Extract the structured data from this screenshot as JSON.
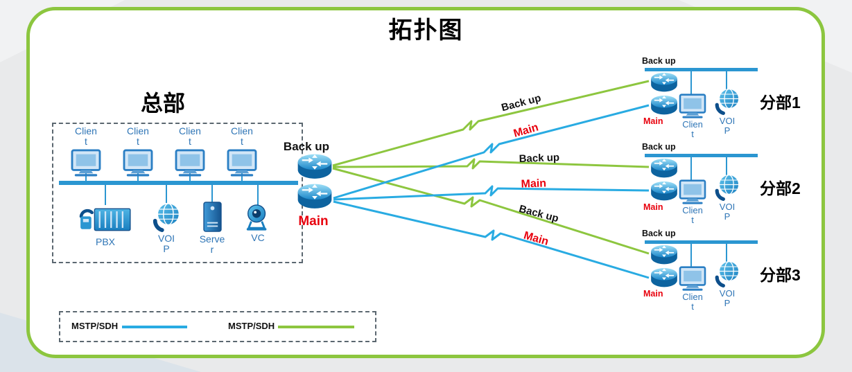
{
  "title": "拓扑图",
  "colors": {
    "frame_green": "#8cc63f",
    "link_backup_green": "#8dc63f",
    "link_main_blue": "#29abe2",
    "bus_blue": "#2b96d1",
    "device_label_blue": "#2e75b6",
    "main_label_red": "#e8000d"
  },
  "headquarters": {
    "label": "总部",
    "backup_router_label": "Back up",
    "main_router_label": "Main",
    "clients": [
      {
        "label": "Clien\nt"
      },
      {
        "label": "Clien\nt"
      },
      {
        "label": "Clien\nt"
      },
      {
        "label": "Clien\nt"
      }
    ],
    "devices": [
      {
        "name": "pbx",
        "label": "PBX"
      },
      {
        "name": "voip",
        "label": "VOI\nP"
      },
      {
        "name": "server",
        "label": "Serve\nr"
      },
      {
        "name": "vc",
        "label": "VC"
      }
    ]
  },
  "links": [
    {
      "from": "headquarters-backup-router",
      "to": "branch-1-backup-router",
      "type": "backup",
      "label": "Back up"
    },
    {
      "from": "headquarters-main-router",
      "to": "branch-1-main-router",
      "type": "main",
      "label": "Main"
    },
    {
      "from": "headquarters-backup-router",
      "to": "branch-2-backup-router",
      "type": "backup",
      "label": "Back up"
    },
    {
      "from": "headquarters-main-router",
      "to": "branch-2-main-router",
      "type": "main",
      "label": "Main"
    },
    {
      "from": "headquarters-backup-router",
      "to": "branch-3-backup-router",
      "type": "backup",
      "label": "Back up"
    },
    {
      "from": "headquarters-main-router",
      "to": "branch-3-main-router",
      "type": "main",
      "label": "Main"
    }
  ],
  "branches": [
    {
      "label": "分部1",
      "backup_router_label": "Back up",
      "main_router_label": "Main",
      "client_label": "Clien\nt",
      "voip_label": "VOI\nP"
    },
    {
      "label": "分部2",
      "backup_router_label": "Back up",
      "main_router_label": "Main",
      "client_label": "Clien\nt",
      "voip_label": "VOI\nP"
    },
    {
      "label": "分部3",
      "backup_router_label": "Back up",
      "main_router_label": "Main",
      "client_label": "Clien\nt",
      "voip_label": "VOI\nP"
    }
  ],
  "legend": [
    {
      "label": "MSTP/SDH",
      "line_color": "#29abe2"
    },
    {
      "label": "MSTP/SDH",
      "line_color": "#8dc63f"
    }
  ]
}
